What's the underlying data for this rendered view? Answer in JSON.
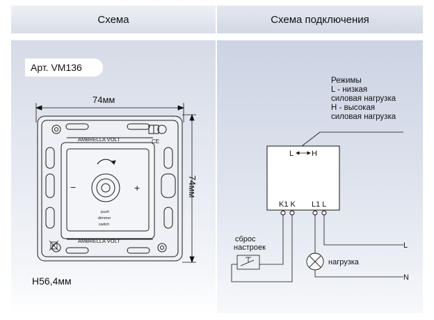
{
  "tabs": {
    "left_label": "Схема",
    "right_label": "Схема подключения"
  },
  "left": {
    "article": "Арт. VM136",
    "width_dim": "74мм",
    "height_dim": "74мм",
    "depth": "H56,4мм",
    "device": {
      "brand_top": "AMBRELLA VOLT",
      "brand_bottom": "AMBRELLA VOLT",
      "ce_mark": "CE",
      "minus_sign": "−",
      "plus_sign": "+",
      "caption_1": "push",
      "caption_2": "dimmer",
      "caption_3": "switch"
    }
  },
  "right": {
    "modes": {
      "title": "Режимы",
      "line1": "L - низкая",
      "line2": "силовая нагрузка",
      "line3": "H - высокая",
      "line4": "силовая нагрузка"
    },
    "box_mode_l": "L",
    "box_mode_h": "H",
    "terminals": {
      "k1k": "K1 K",
      "l1l": "L1 L"
    },
    "reset_line1": "сброс",
    "reset_line2": "настроек",
    "load_label": "нагрузка",
    "line_l": "L",
    "line_n": "N"
  }
}
